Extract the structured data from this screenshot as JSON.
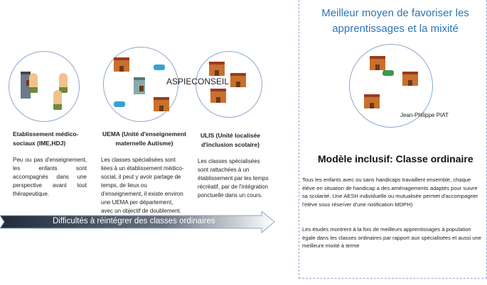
{
  "columns": [
    {
      "title": "Etablissement médico-sociaux (IME,HDJ)",
      "text": "Peu ou pas d'enseignement, les enfants sont accompagnés dans une perspective avant tout thérapeutique."
    },
    {
      "title": "UEMA (Unité d'enseignement maternelle Autisme)",
      "text": "Les classes spécialisées sont liées à un établissement médico-social, il peut y avoir partage de temps, de lieux ou d'enseignement, il existe environ une UEMA per département, avec un objectif de doublement."
    },
    {
      "title": "ULIS (Unité localisée d'inclusion scolaire)",
      "text": "Les classes spécialisées sont rattachées à un établissement par les temps récréatif, par de l'intégration ponctuelle dans un cours."
    }
  ],
  "watermark": "ASPIECONSEIL",
  "arrow_label": "Difficultés à réintégrer des classes ordinaires",
  "right": {
    "heading": "Meilleur moyen de favoriser les apprentissages et la mixité",
    "author": "Jean-Philippe PIAT",
    "title": "Modèle inclusif: Classe ordinaire",
    "para1": "Tous les enfants avec ou sans handicaps travaillent ensemble, chaque élève en situation de handicap a des aménagements adaptés pour suivre sa scolarité. Une AESH individuelle ou mutualisée permet d'accompagner l'elève sous réserver d'une notification MDPH)",
    "para2": "Les études montrent  à la fois de meilleurs apprentissages à population égale dans les classes ordinaires par rapport aux spécialisées et aussi une meilleure mixité à terme"
  },
  "colors": {
    "heading": "#2e74b5",
    "circle": "#8ea7cf",
    "dash": "#8ea7cf"
  }
}
